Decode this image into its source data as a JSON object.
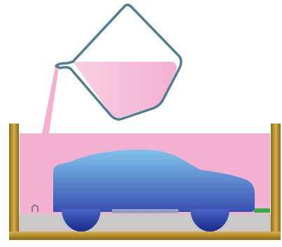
{
  "scene": {
    "elements": [
      "pouring-jug",
      "pink-liquid-stream",
      "liquid-tank",
      "car-model",
      "tank-frame-posts",
      "tank-base",
      "small-hook",
      "green-strip"
    ]
  },
  "colors": {
    "background": "#ffffff",
    "liquid": "#f4b0d0",
    "liquid_light": "#f8cfe2",
    "jug_outline": "#4f7e92",
    "jug_fill": "#ffffff",
    "car_top": "#7fc3eb",
    "car_bottom": "#3a4fb0",
    "wheel_top": "#4a63c4",
    "wheel_bottom": "#1c2a8a",
    "frame": "#b8902a",
    "frame_dark": "#8a6a18",
    "base": "#c9c9c9",
    "mesh": "#9aa6c8",
    "green": "#2db24a",
    "hook": "#5a6b78"
  }
}
